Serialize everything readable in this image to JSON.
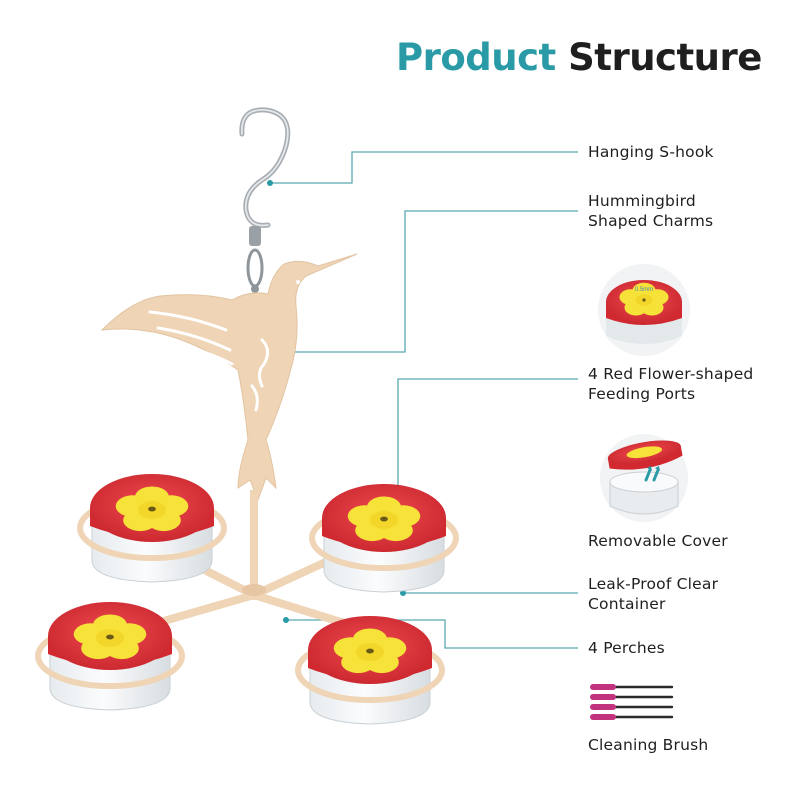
{
  "title": {
    "word1": "Product",
    "word2": "Structure"
  },
  "labels": {
    "hook": [
      "Hanging S-hook"
    ],
    "charms": [
      "Hummingbird",
      "Shaped Charms"
    ],
    "ports": [
      "4 Red Flower-shaped",
      "Feeding Ports"
    ],
    "cover": [
      "Removable Cover"
    ],
    "container": [
      "Leak-Proof Clear",
      "Container"
    ],
    "perches": [
      "4 Perches"
    ],
    "brush": [
      "Cleaning Brush"
    ]
  },
  "port_inset_text": "0.5mm",
  "colors": {
    "accent_teal": "#2a9ba6",
    "callout_line": "#5aa9b1",
    "lid_red": "#e0333a",
    "flower_yellow": "#f7e23a",
    "frame_tan": "#efd4b6",
    "brush_pink": "#c2337d"
  },
  "icons": [
    "s-hook-icon",
    "hummingbird-charm-icon",
    "feeding-port-icon",
    "removable-cover-icon",
    "cleaning-brush-icon"
  ]
}
